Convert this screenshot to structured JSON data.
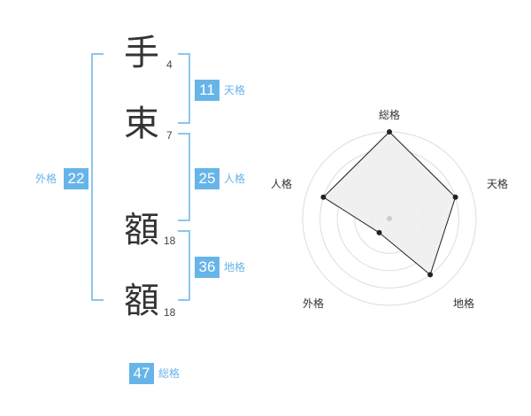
{
  "name_chars": [
    {
      "char": "手",
      "strokes": "4"
    },
    {
      "char": "束",
      "strokes": "7"
    },
    {
      "char": "額",
      "strokes": "18"
    },
    {
      "char": "額",
      "strokes": "18"
    }
  ],
  "fortunes": {
    "tenkaku": {
      "label": "天格",
      "value": "11"
    },
    "jinkaku": {
      "label": "人格",
      "value": "25"
    },
    "chikaku": {
      "label": "地格",
      "value": "36"
    },
    "gaikaku": {
      "label": "外格",
      "value": "22"
    },
    "soukaku": {
      "label": "総格",
      "value": "47"
    }
  },
  "radar": {
    "axes": [
      "総格",
      "天格",
      "地格",
      "外格",
      "人格"
    ],
    "max_level": 5,
    "levels": [
      5,
      4,
      4,
      1,
      4
    ]
  },
  "colors": {
    "accent": "#67b4e9",
    "bracket": "#8cc6ef",
    "text": "#333333",
    "radar_fill": "#eeeeee",
    "radar_stroke": "#222222"
  }
}
